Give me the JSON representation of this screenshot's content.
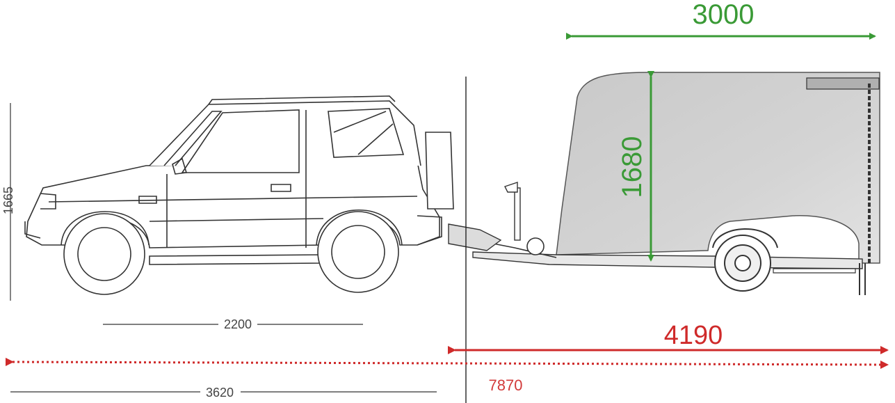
{
  "dimensions": {
    "trailer_body_length": "3000",
    "trailer_height": "1680",
    "trailer_total_length": "4190",
    "combined_length": "7870",
    "car_height": "1665",
    "car_wheelbase": "2200",
    "car_length": "3620"
  },
  "colors": {
    "green": "#3a9a36",
    "red": "#cf2a2a",
    "line": "#333333",
    "trailer_fill": "#cfcfcf"
  }
}
